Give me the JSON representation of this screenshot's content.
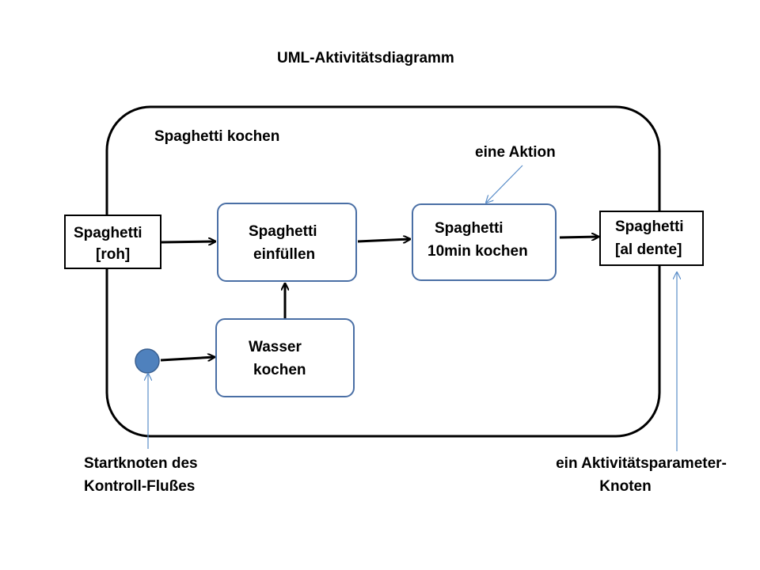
{
  "title": "UML-Aktivitätsdiagramm",
  "activity": {
    "name": "Spaghetti kochen"
  },
  "nodes": {
    "input_param": {
      "line1": "Spaghetti",
      "line2": "[roh]"
    },
    "fill": {
      "line1": "Spaghetti",
      "line2": "einfüllen"
    },
    "cook": {
      "line1": "Spaghetti",
      "line2": "10min kochen"
    },
    "output_param": {
      "line1": "Spaghetti",
      "line2": "[al dente]"
    },
    "water": {
      "line1": "Wasser",
      "line2": "kochen"
    }
  },
  "annotations": {
    "action": "eine Aktion",
    "start_line1": "Startknoten des",
    "start_line2": "Kontroll-Flußes",
    "param_line1": "ein Aktivitätsparameter-",
    "param_line2": "Knoten"
  },
  "colors": {
    "start_fill": "#4f81bd",
    "action_border": "#4a6fa5",
    "annotation_line": "#5b8ec9"
  }
}
